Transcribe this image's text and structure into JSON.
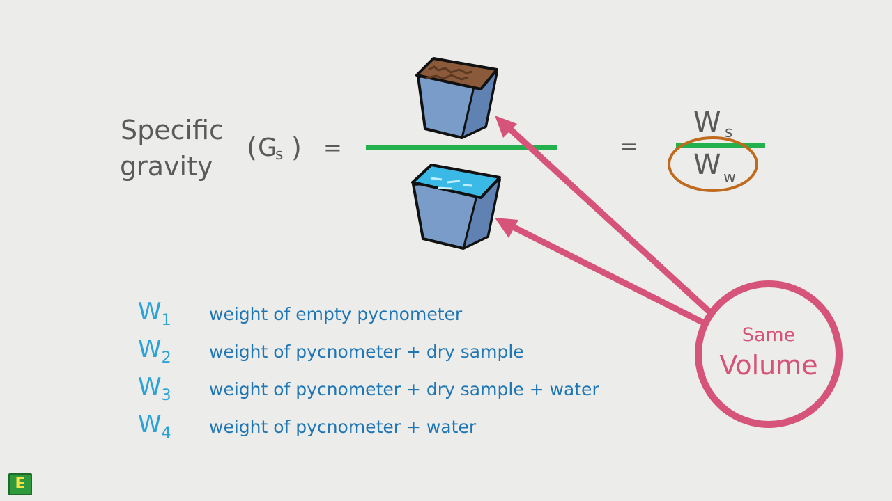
{
  "formula": {
    "title_line1": "Specific",
    "title_line2": "gravity",
    "symbol_open": "(",
    "symbol_main": "G",
    "symbol_sub": "s",
    "symbol_close": ")",
    "equals_1": "=",
    "equals_2": "=",
    "numerator_main": "W",
    "numerator_sub": "s",
    "denominator_main": "W",
    "denominator_sub": "w"
  },
  "callout": {
    "line1": "Same",
    "line2": "Volume"
  },
  "legend": [
    {
      "symbol": "W",
      "sub": "1",
      "desc": "weight of empty pycnometer"
    },
    {
      "symbol": "W",
      "sub": "2",
      "desc": "weight of pycnometer + dry sample"
    },
    {
      "symbol": "W",
      "sub": "3",
      "desc": "weight of pycnometer + dry sample + water"
    },
    {
      "symbol": "W",
      "sub": "4",
      "desc": "weight of pycnometer + water"
    }
  ],
  "logo": {
    "text": "E"
  },
  "colors": {
    "fraction_line": "#22b14c",
    "arrow": "#d6537a",
    "highlight_ellipse": "#c06a1e",
    "legend_symbol": "#2aa3d6",
    "legend_text": "#1f76b4",
    "container_body": "#7a9cc8",
    "soil": "#8a5a3a",
    "water": "#3ab9e6"
  }
}
